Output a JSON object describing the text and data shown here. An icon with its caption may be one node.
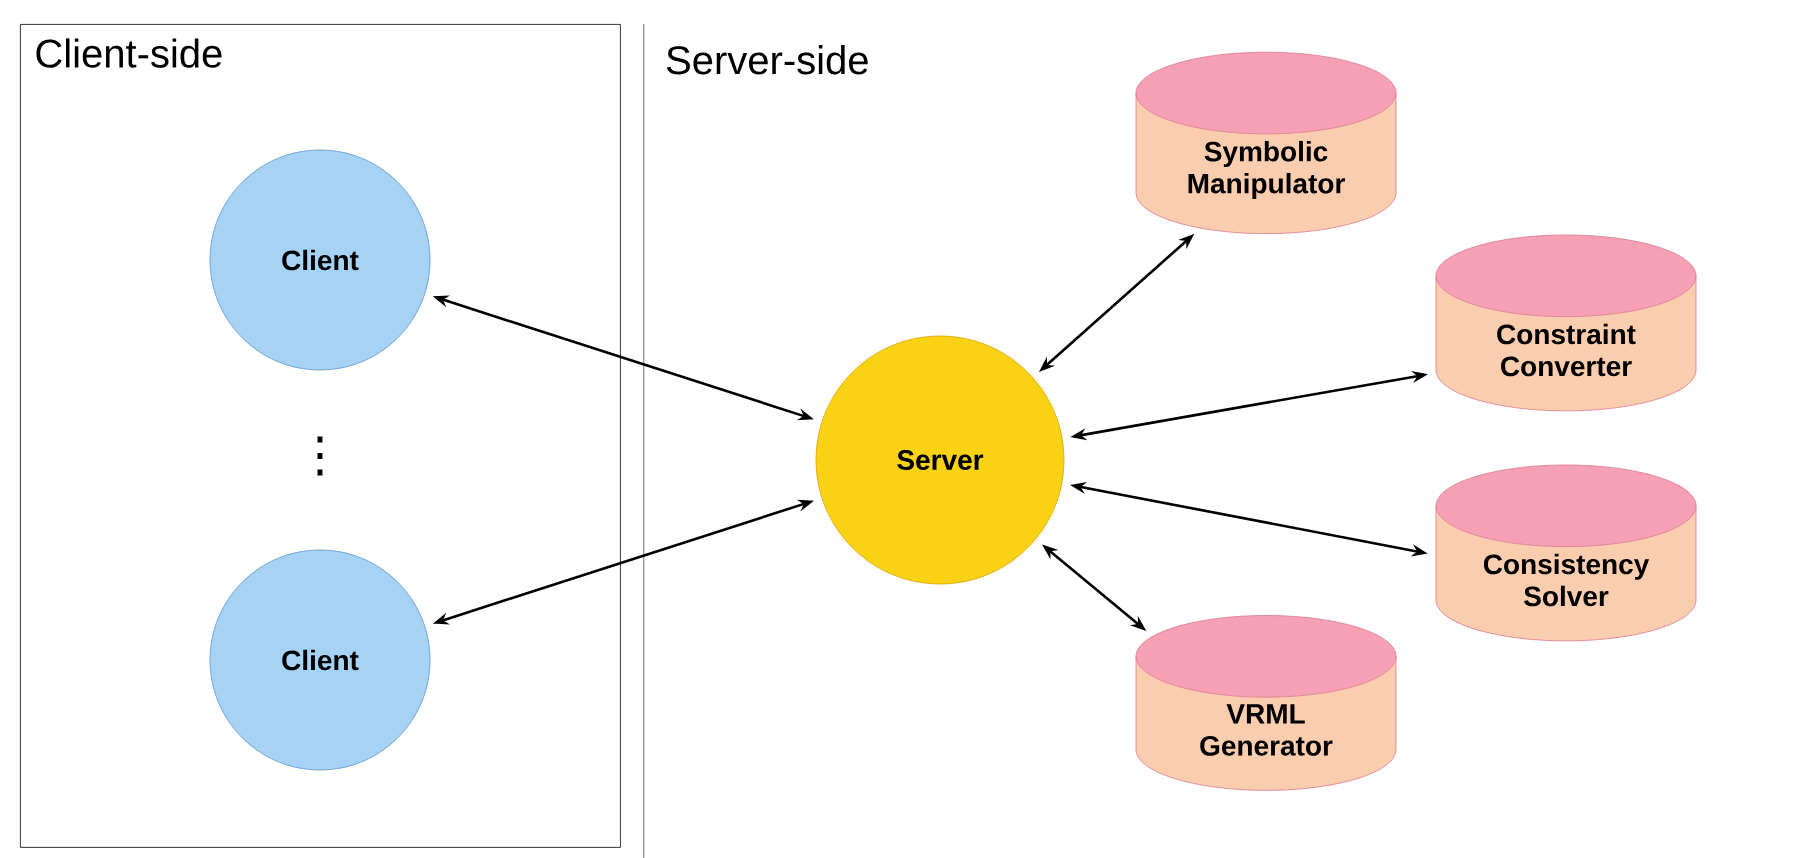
{
  "diagram": {
    "nodes": [
      {
        "text": [
          "Client-side"
        ]
      },
      {
        "text": [
          "Client"
        ],
        "in": 0
      },
      {
        "text": [
          "Client"
        ],
        "in": 0
      },
      {
        "text": [
          "Server"
        ]
      },
      {
        "text": [
          "Symbolic Manipulator"
        ]
      },
      {
        "text": [
          "Constraint Converter"
        ]
      },
      {
        "text": [
          "Consistency Solver"
        ]
      },
      {
        "text": [
          "VRML Generator"
        ]
      }
    ],
    "edges": [
      {
        "from": 1,
        "to": 3,
        "arrow": "both"
      },
      {
        "from": 2,
        "to": 3,
        "arrow": "both"
      },
      {
        "from": 3,
        "to": 4,
        "arrow": "both"
      },
      {
        "from": 3,
        "to": 5,
        "arrow": "both"
      },
      {
        "from": 3,
        "to": 6,
        "arrow": "both"
      },
      {
        "from": 3,
        "to": 7,
        "arrow": "both"
      }
    ],
    "labels": [
      "Server-side",
      "⋮"
    ]
  }
}
